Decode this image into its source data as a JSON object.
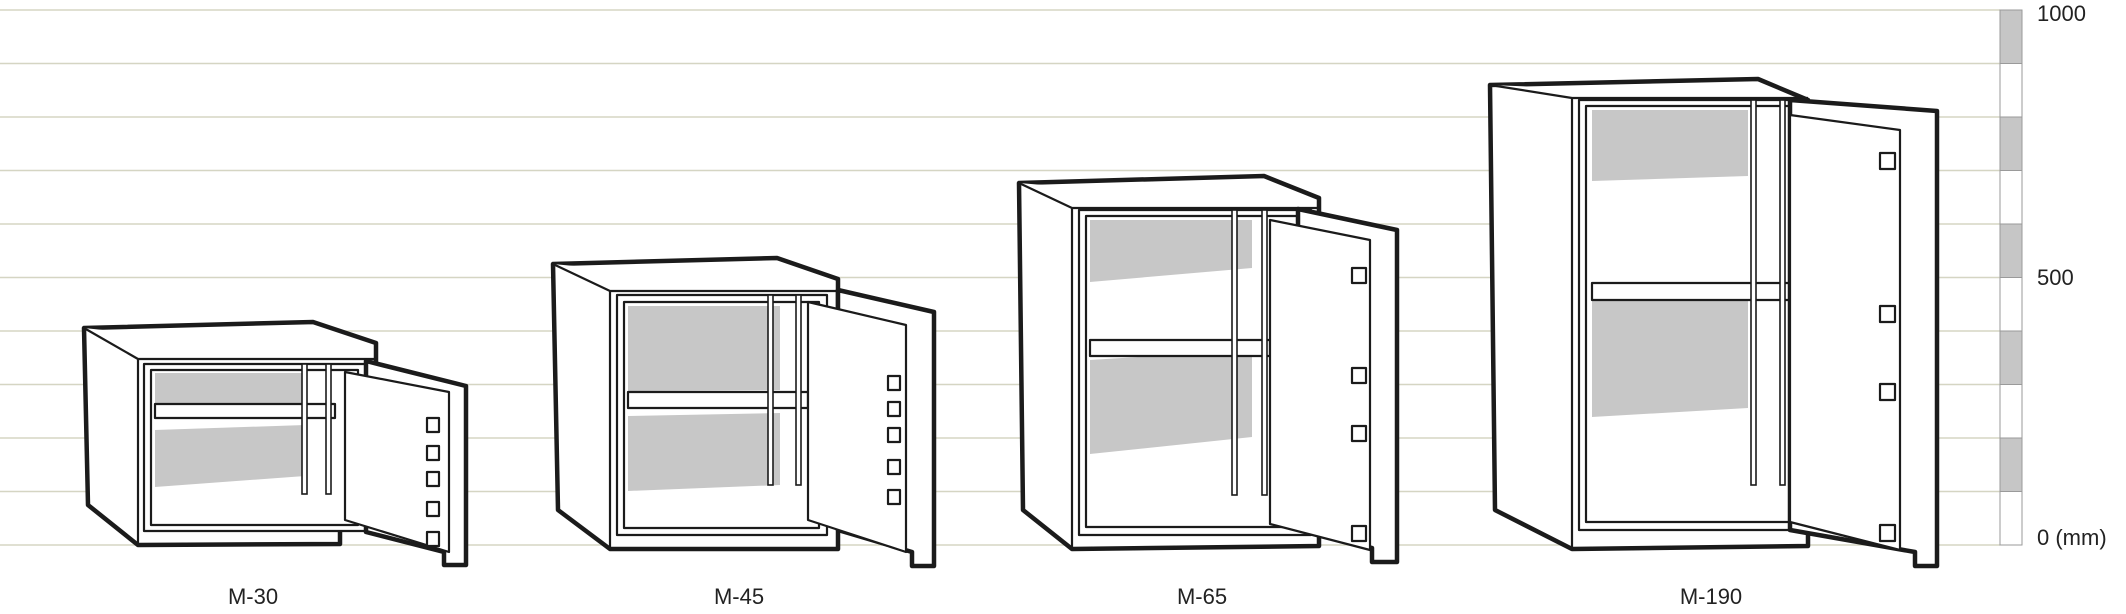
{
  "scale": {
    "max_label": "1000",
    "mid_label": "500",
    "min_label": "0 (mm)",
    "max_value": 1000,
    "step": 100
  },
  "safes": [
    {
      "id": "m-30",
      "label": "M-30",
      "height_mm": 420
    },
    {
      "id": "m-45",
      "label": "M-45",
      "height_mm": 540
    },
    {
      "id": "m-65",
      "label": "M-65",
      "height_mm": 700
    },
    {
      "id": "m-190",
      "label": "M-190",
      "height_mm": 880
    }
  ],
  "colors": {
    "outline": "#1b1b1b",
    "panel": "#c7c7c7",
    "grid": "#d5d5c3",
    "scale_fill": "#c6c6c6"
  }
}
